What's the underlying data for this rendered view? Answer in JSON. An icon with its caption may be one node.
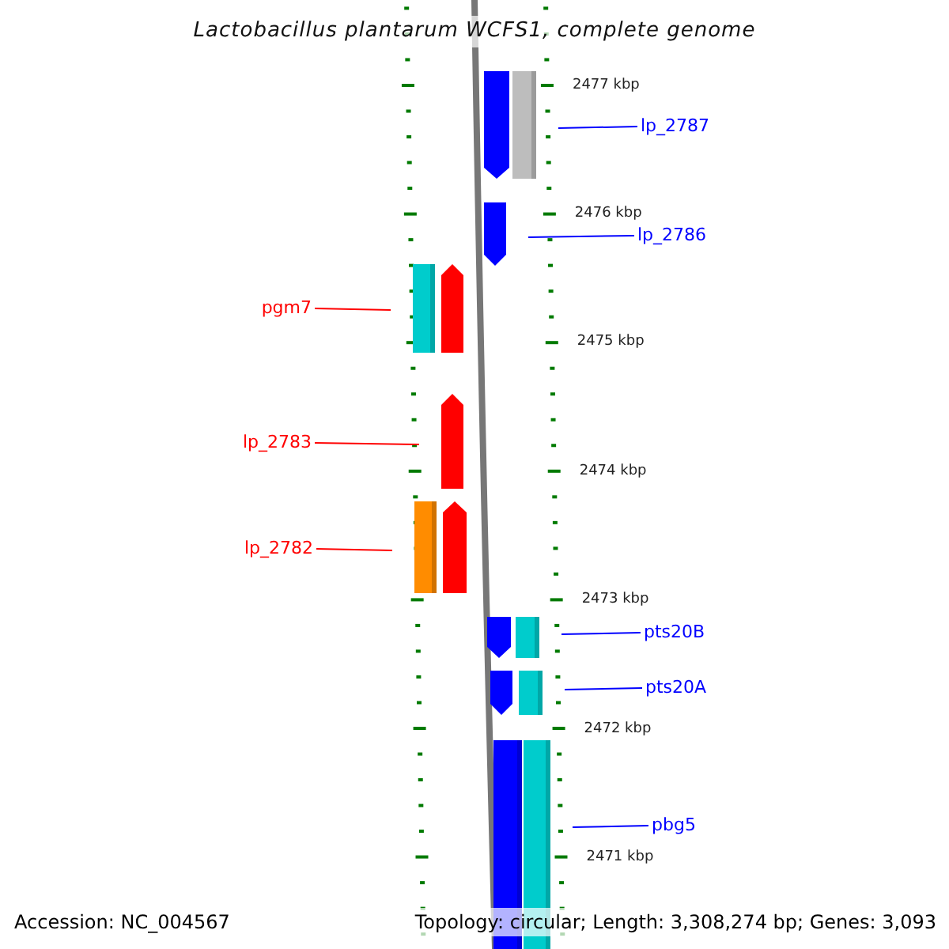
{
  "diagram": {
    "title": "Lactobacillus plantarum WCFS1, complete genome",
    "nodes": [
      {
        "text": [],
        "shape": "pentagon"
      },
      {
        "text": [],
        "shape": "bar"
      },
      {
        "text": [
          "lp_2787"
        ]
      },
      {
        "text": [],
        "shape": "pentagon"
      },
      {
        "text": [
          "lp_2786"
        ]
      },
      {
        "text": [
          "pgm7"
        ]
      },
      {
        "text": [],
        "shape": "bar"
      },
      {
        "text": [],
        "shape": "pentagon"
      },
      {
        "text": [
          "lp_2783"
        ]
      },
      {
        "text": [],
        "shape": "pentagon"
      },
      {
        "text": [
          "lp_2782"
        ]
      },
      {
        "text": [],
        "shape": "bar"
      },
      {
        "text": [],
        "shape": "pentagon"
      },
      {
        "text": [],
        "shape": "pentagon"
      },
      {
        "text": [],
        "shape": "bar"
      },
      {
        "text": [
          "pts20B"
        ]
      },
      {
        "text": [],
        "shape": "pentagon"
      },
      {
        "text": [],
        "shape": "bar"
      },
      {
        "text": [
          "pts20A"
        ]
      },
      {
        "text": [],
        "shape": "bar"
      },
      {
        "text": [],
        "shape": "bar"
      },
      {
        "text": [
          "pbg5"
        ]
      }
    ],
    "edges": [
      {
        "from": 2,
        "to": 1,
        "arrow": "none"
      },
      {
        "from": 4,
        "to": 3,
        "arrow": "none"
      },
      {
        "from": 5,
        "to": 6,
        "arrow": "none",
        "color": "#ff0000"
      },
      {
        "from": 8,
        "to": 9,
        "arrow": "none",
        "color": "#ff0000"
      },
      {
        "from": 10,
        "to": 11,
        "arrow": "none",
        "color": "#ff0000"
      },
      {
        "from": 15,
        "to": 14,
        "arrow": "none"
      },
      {
        "from": 18,
        "to": 17,
        "arrow": "none"
      },
      {
        "from": 21,
        "to": 20,
        "arrow": "none"
      }
    ],
    "labels": [
      "2477 kbp",
      "2476 kbp",
      "2475 kbp",
      "2474 kbp",
      "2473 kbp",
      "2472 kbp",
      "2471 kbp",
      "Accession: NC_004567",
      "Topology: circular; Length: 3,308,274 bp; Genes: 3,093"
    ]
  }
}
